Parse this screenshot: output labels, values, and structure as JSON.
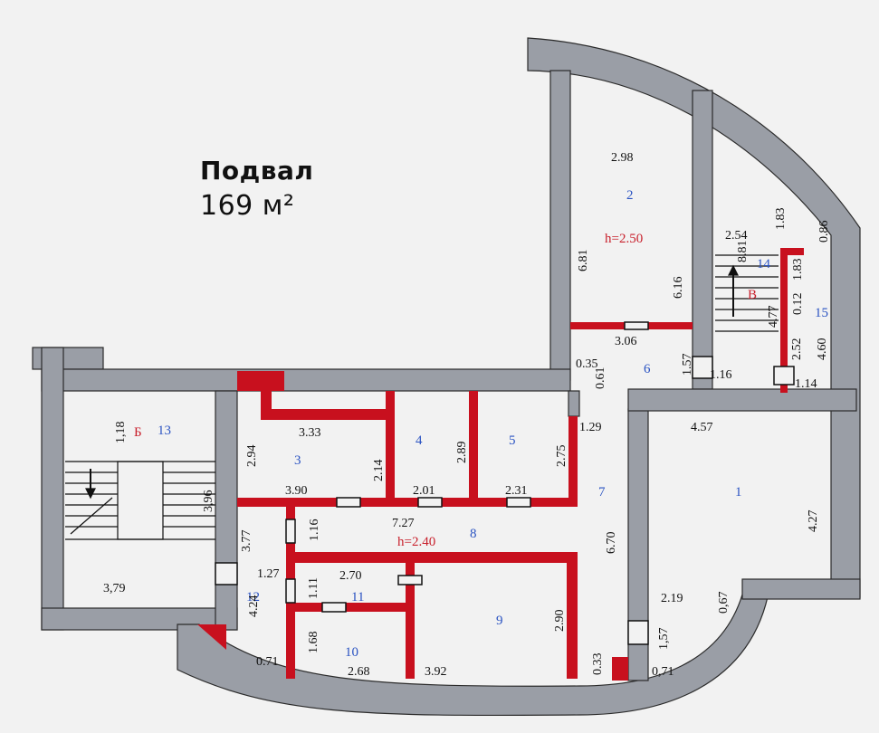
{
  "title": {
    "line1": "Подвал",
    "line2": "169 м²"
  },
  "colors": {
    "background": "#f2f2f2",
    "outer_wall": "#9a9ea6",
    "partition": "#c8101e",
    "room_num": "#2a53c2"
  },
  "rooms": [
    {
      "id": "r1",
      "label": "1"
    },
    {
      "id": "r2",
      "label": "2"
    },
    {
      "id": "r3",
      "label": "3"
    },
    {
      "id": "r4",
      "label": "4"
    },
    {
      "id": "r5",
      "label": "5"
    },
    {
      "id": "r6",
      "label": "6"
    },
    {
      "id": "r7",
      "label": "7"
    },
    {
      "id": "r8",
      "label": "8"
    },
    {
      "id": "r9",
      "label": "9"
    },
    {
      "id": "r10",
      "label": "10"
    },
    {
      "id": "r11",
      "label": "11"
    },
    {
      "id": "r12",
      "label": "12"
    },
    {
      "id": "r13",
      "label": "13"
    },
    {
      "id": "r14",
      "label": "14"
    },
    {
      "id": "r15",
      "label": "15"
    }
  ],
  "heights": [
    "h=2.50",
    "h=2.40"
  ],
  "stair_letters": [
    "Б",
    "В"
  ],
  "dims": [
    "2.98",
    "6.81",
    "6.16",
    "3.06",
    "0.35",
    "0.61",
    "1.57",
    "1.16",
    "1.14",
    "2.54",
    "1.83",
    "0.86",
    "8.81",
    "1.83",
    "0.12",
    "4.77",
    "2.52",
    "4.60",
    "1,18",
    "3.33",
    "2.94",
    "3.90",
    "2.14",
    "2.89",
    "2.01",
    "2.75",
    "2.31",
    "1.29",
    "3,96",
    "3.77",
    "1.16",
    "7.27",
    "1.27",
    "3,79",
    "4.57",
    "4.27",
    "6.70",
    "2.19",
    "0,67",
    "2.70",
    "1.11",
    "4.24",
    "2.90",
    "1,57",
    "1.68",
    "0.71",
    "2.68",
    "3.92",
    "0.33",
    "0,71"
  ]
}
